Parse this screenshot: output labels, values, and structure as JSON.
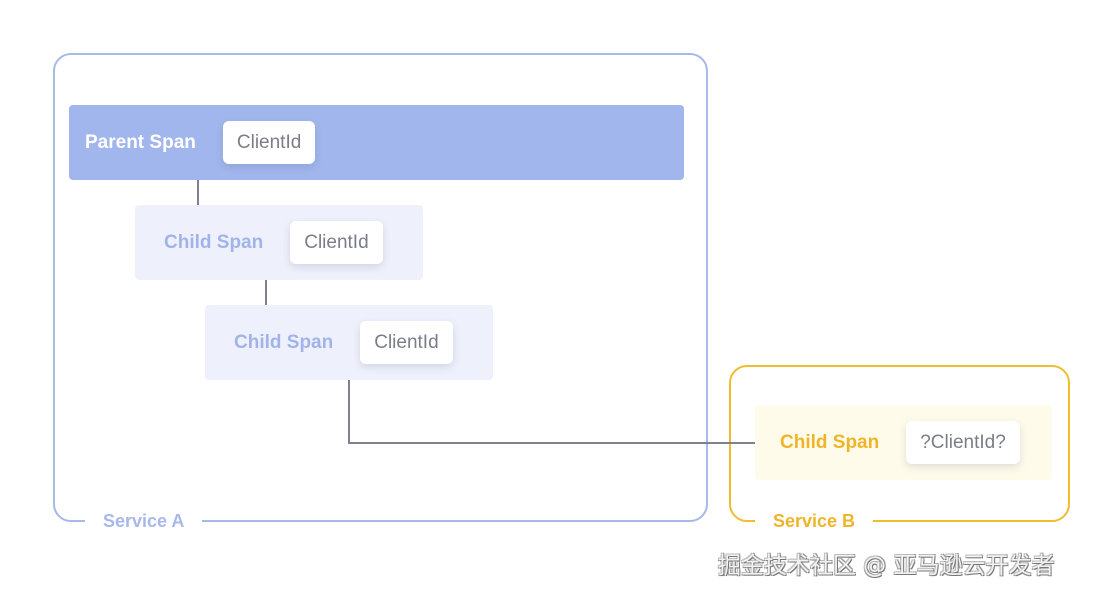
{
  "diagram": {
    "services": [
      {
        "name": "Service A",
        "color": "#a7b8ea"
      },
      {
        "name": "Service B",
        "color": "#efb52a"
      }
    ],
    "spans": [
      {
        "title": "Parent Span",
        "tag": "ClientId",
        "service": "Service A",
        "level": 0
      },
      {
        "title": "Child Span",
        "tag": "ClientId",
        "service": "Service A",
        "level": 1
      },
      {
        "title": "Child Span",
        "tag": "ClientId",
        "service": "Service A",
        "level": 2
      },
      {
        "title": "Child Span",
        "tag": "?ClientId?",
        "service": "Service B",
        "level": 3
      }
    ],
    "connections": [
      {
        "from": 0,
        "to": 1
      },
      {
        "from": 1,
        "to": 2
      },
      {
        "from": 2,
        "to": 3
      }
    ]
  },
  "watermark": "掘金技术社区 @ 亚马逊云开发者"
}
